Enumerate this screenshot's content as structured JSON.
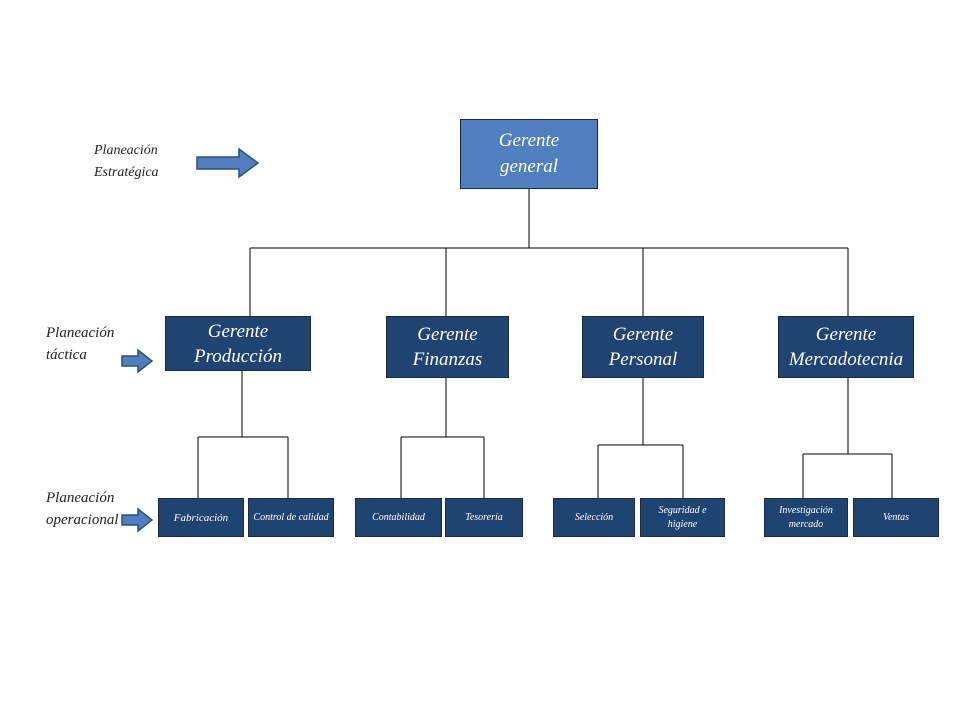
{
  "colors": {
    "top_box": "#4f7fbf",
    "manager_box": "#1f4472",
    "connector": "#000000",
    "arrow": "#4f7fbf"
  },
  "levels": {
    "strategic": {
      "line1": "Planeación",
      "line2": "Estratégica"
    },
    "tactical": {
      "line1": "Planeación",
      "line2": "táctica"
    },
    "operational": {
      "line1": "Planeación",
      "line2": "operacional"
    }
  },
  "general": {
    "line1": "Gerente",
    "line2": "general"
  },
  "managers": [
    {
      "line1": "Gerente",
      "line2": "Producción"
    },
    {
      "line1": "Gerente",
      "line2": "Finanzas"
    },
    {
      "line1": "Gerente",
      "line2": "Personal"
    },
    {
      "line1": "Gerente",
      "line2": "Mercadotecnia"
    }
  ],
  "units": [
    {
      "label": "Fabricación"
    },
    {
      "label": "Control de calidad"
    },
    {
      "label": "Contabilidad"
    },
    {
      "label": "Tesorería"
    },
    {
      "label": "Selección"
    },
    {
      "label": "Seguridad e higiene"
    },
    {
      "label": "Investigación mercado"
    },
    {
      "label": "Ventas"
    }
  ]
}
